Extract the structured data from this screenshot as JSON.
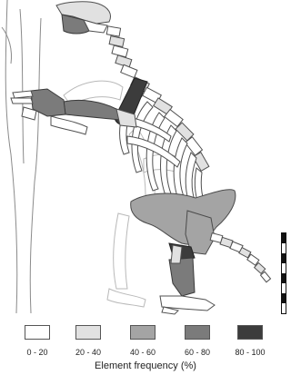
{
  "scale_bar": {
    "segments": 8
  },
  "legend": {
    "title": "Element frequency (%)",
    "items": [
      {
        "label": "0 - 20",
        "color": "#ffffff"
      },
      {
        "label": "20 - 40",
        "color": "#e1e1e1"
      },
      {
        "label": "40 - 60",
        "color": "#a4a4a4"
      },
      {
        "label": "60 - 80",
        "color": "#7b7b7b"
      },
      {
        "label": "80 - 100",
        "color": "#3c3c3c"
      }
    ]
  }
}
